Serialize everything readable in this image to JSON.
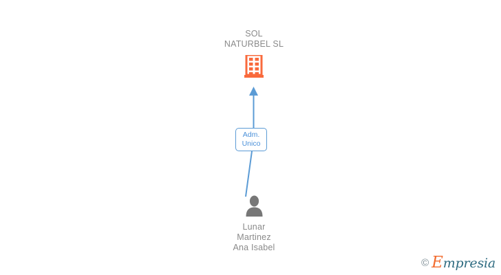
{
  "graph": {
    "company": {
      "name": "SOL\nNATURBEL SL",
      "icon": "building-icon",
      "icon_color": "#f96a3c"
    },
    "relation": {
      "label": "Adm.\nUnico",
      "border_color": "#5b9bd5",
      "text_color": "#4a90d9",
      "edge_color": "#5b9bd5"
    },
    "person": {
      "name": "Lunar\nMartinez\nAna Isabel",
      "icon": "person-icon",
      "icon_color": "#777777"
    },
    "text_color": "#8a8a8a"
  },
  "watermark": {
    "copyright": "©",
    "brand_initial": "E",
    "brand_rest": "mpresia",
    "initial_color": "#f26b2e",
    "rest_color": "#2e6b80"
  }
}
